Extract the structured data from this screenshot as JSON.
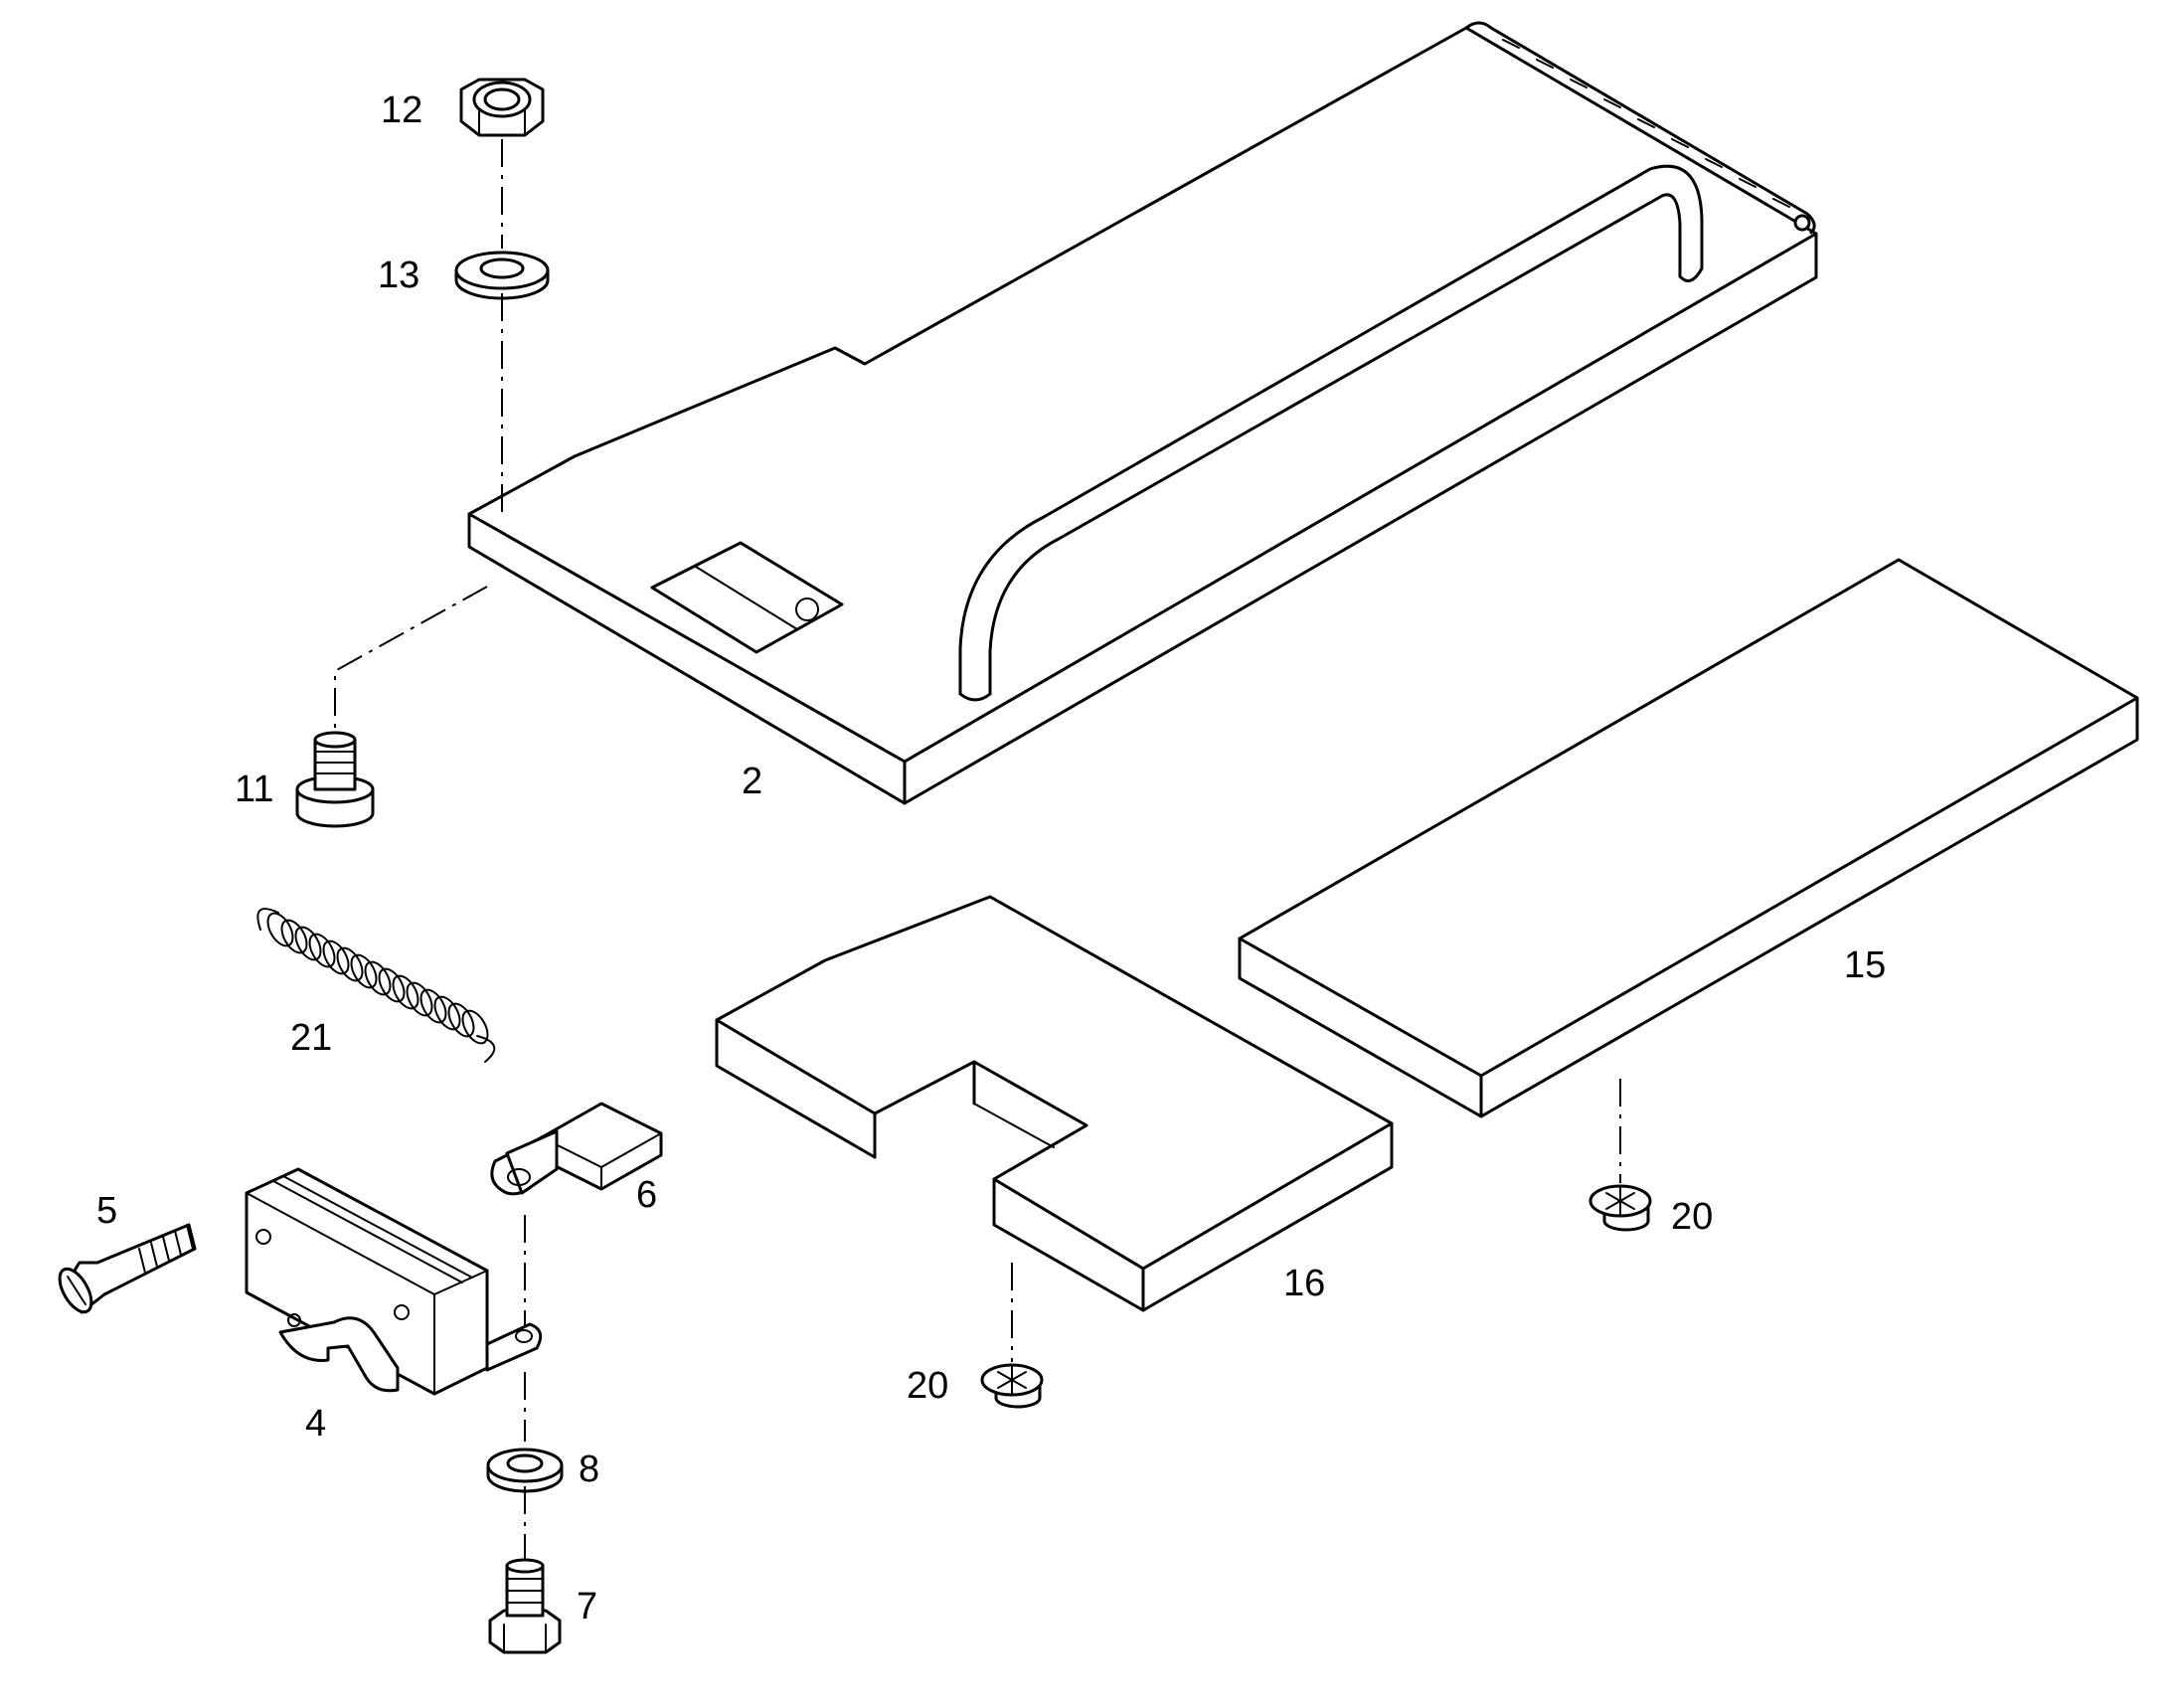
{
  "diagram": {
    "callouts": {
      "c2": "2",
      "c4": "4",
      "c5": "5",
      "c6": "6",
      "c7": "7",
      "c8": "8",
      "c11": "11",
      "c12": "12",
      "c13": "13",
      "c15": "15",
      "c16": "16",
      "c20a": "20",
      "c20b": "20",
      "c21": "21"
    }
  }
}
